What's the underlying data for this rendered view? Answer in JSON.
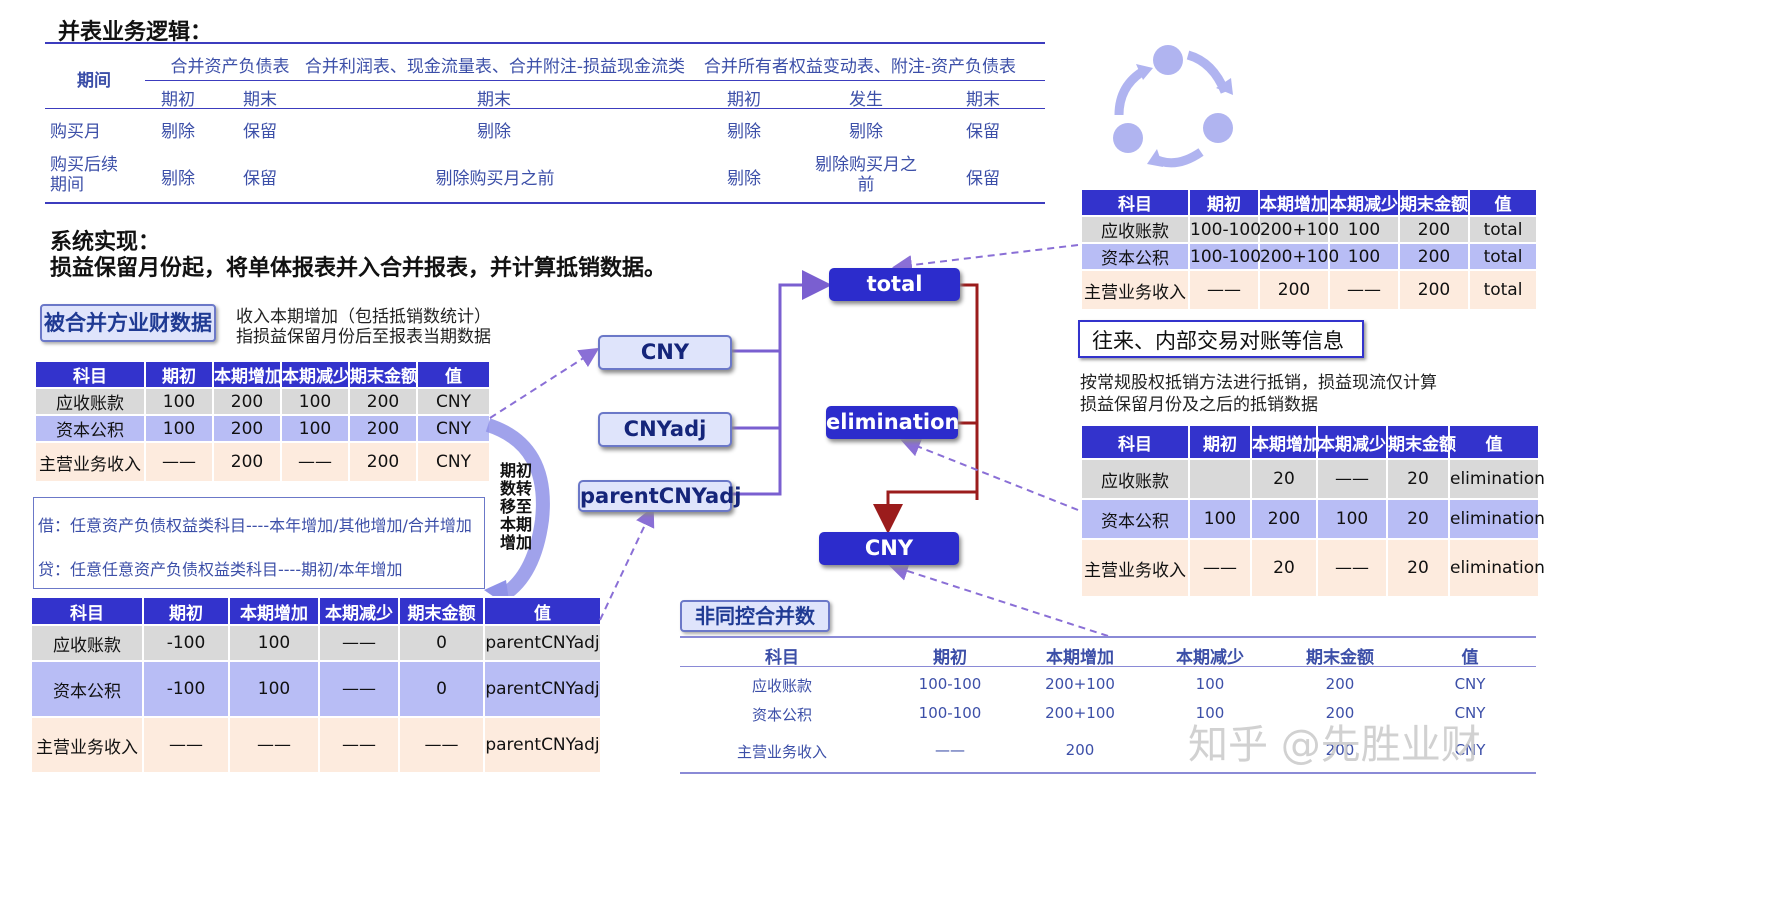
{
  "header": {
    "title": "并表业务逻辑：",
    "sys_title": "系统实现：",
    "sys_desc": "损益保留月份起，将单体报表并入合并报表，并计算抵销数据。"
  },
  "logic_table": {
    "period_label": "期间",
    "groups": [
      "合并资产负债表",
      "合并利润表、现金流量表、合并附注-损益现金流类",
      "合并所有者权益变动表、附注-资产负债表"
    ],
    "subheaders": [
      "期初",
      "期末",
      "期末",
      "期初",
      "发生",
      "期末"
    ],
    "rows": [
      {
        "label": "购买月",
        "cells": [
          "剔除",
          "保留",
          "剔除",
          "剔除",
          "剔除",
          "保留"
        ]
      },
      {
        "label": "购买后续期间",
        "cells": [
          "剔除",
          "保留",
          "剔除购买月之前",
          "剔除",
          "剔除购买月之前",
          "保留"
        ]
      }
    ]
  },
  "merged_party": {
    "title": "被合并方业财数据",
    "note1": "收入本期增加（包括抵销数统计）",
    "note2": "指损益保留月份后至报表当期数据"
  },
  "table_cny": {
    "headers": [
      "科目",
      "期初",
      "本期增加",
      "本期减少",
      "期末金额",
      "值"
    ],
    "rows": [
      [
        "应收账款",
        "100",
        "200",
        "100",
        "200",
        "CNY"
      ],
      [
        "资本公积",
        "100",
        "200",
        "100",
        "200",
        "CNY"
      ],
      [
        "主营业务收入",
        "——",
        "200",
        "——",
        "200",
        "CNY"
      ]
    ]
  },
  "journal": {
    "debit": "借：任意资产负债权益类科目----本年增加/其他增加/合并增加",
    "credit": "贷：任意任意资产负债权益类科目----期初/本年增加"
  },
  "transfer_label": "期初数转移至本期增加",
  "table_parent": {
    "headers": [
      "科目",
      "期初",
      "本期增加",
      "本期减少",
      "期末金额",
      "值"
    ],
    "rows": [
      [
        "应收账款",
        "-100",
        "100",
        "——",
        "0",
        "parentCNYadj"
      ],
      [
        "资本公积",
        "-100",
        "100",
        "——",
        "0",
        "parentCNYadj"
      ],
      [
        "主营业务收入",
        "——",
        "——",
        "——",
        "——",
        "parentCNYadj"
      ]
    ]
  },
  "nodes": {
    "total": "total",
    "cny_top": "CNY",
    "cnyadj": "CNYadj",
    "parent": "parentCNYadj",
    "elimination": "elimination",
    "cny_bottom": "CNY"
  },
  "table_total": {
    "headers": [
      "科目",
      "期初",
      "本期增加",
      "本期减少",
      "期末金额",
      "值"
    ],
    "rows": [
      [
        "应收账款",
        "100-100",
        "200+100",
        "100",
        "200",
        "total"
      ],
      [
        "资本公积",
        "100-100",
        "200+100",
        "100",
        "200",
        "total"
      ],
      [
        "主营业务收入",
        "——",
        "200",
        "——",
        "200",
        "total"
      ]
    ]
  },
  "intercompany": {
    "title": "往来、内部交易对账等信息",
    "note1": "按常规股权抵销方法进行抵销，损益现流仅计算",
    "note2": "损益保留月份及之后的抵销数据"
  },
  "table_elim": {
    "headers": [
      "科目",
      "期初",
      "本期增加",
      "本期减少",
      "期末金额",
      "值"
    ],
    "rows": [
      [
        "应收账款",
        "",
        "20",
        "——",
        "20",
        "elimination"
      ],
      [
        "资本公积",
        "100",
        "200",
        "100",
        "20",
        "elimination"
      ],
      [
        "主营业务收入",
        "——",
        "20",
        "——",
        "20",
        "elimination"
      ]
    ]
  },
  "non_common": {
    "title": "非同控合并数",
    "headers": [
      "科目",
      "期初",
      "本期增加",
      "本期减少",
      "期末金额",
      "值"
    ],
    "rows": [
      [
        "应收账款",
        "100-100",
        "200+100",
        "100",
        "200",
        "CNY"
      ],
      [
        "资本公积",
        "100-100",
        "200+100",
        "100",
        "200",
        "CNY"
      ],
      [
        "主营业务收入",
        "——",
        "200",
        "",
        "200",
        "CNY"
      ]
    ]
  },
  "watermark": "知乎 @先胜业财",
  "colors": {
    "accent": "#3333cc",
    "arrow_red": "#9b1c1c",
    "dashed": "#8a6fd6"
  }
}
